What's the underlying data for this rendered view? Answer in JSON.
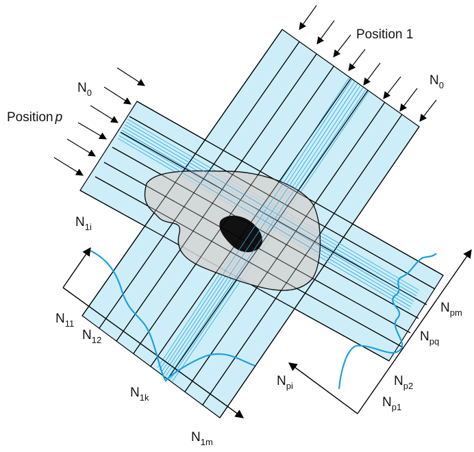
{
  "colors": {
    "beam_fill": "#cdeef8",
    "ray": "#000000",
    "detector_curve": "#1aa0e0",
    "ray_highlight": "#3aaee8",
    "body_fill": "#d4d4d4",
    "body_stroke": "#111111",
    "core_fill": "#111111"
  },
  "labels": {
    "position_1": "Position 1",
    "position_p_word": "Position",
    "position_p_var": "p",
    "n0_left": {
      "base": "N",
      "sub": "0"
    },
    "n0_right": {
      "base": "N",
      "sub": "0"
    },
    "n1i": {
      "base": "N",
      "sub": "1i"
    },
    "n11": {
      "base": "N",
      "sub": "11"
    },
    "n12": {
      "base": "N",
      "sub": "12"
    },
    "n1k": {
      "base": "N",
      "sub": "1k"
    },
    "n1m": {
      "base": "N",
      "sub": "1m"
    },
    "npi": {
      "base": "N",
      "sub": "pi"
    },
    "npm": {
      "base": "N",
      "sub": "pm"
    },
    "npq": {
      "base": "N",
      "sub": "pq"
    },
    "np2": {
      "base": "N",
      "sub": "p2"
    },
    "np1": {
      "base": "N",
      "sub": "p1"
    }
  }
}
